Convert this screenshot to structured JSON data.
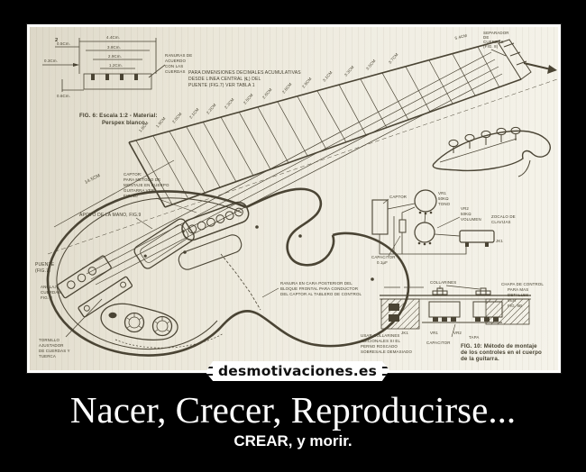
{
  "colors": {
    "background": "#000000",
    "paper": "#eae6d8",
    "ink": "#4a4434",
    "text": "#ffffff"
  },
  "watermark": {
    "text": "desmotivaciones.es"
  },
  "caption": {
    "title": "Nacer, Crecer, Reproducirse...",
    "subtitle": "CREAR, y morir."
  },
  "diagram": {
    "page_marker": "2",
    "fig6": {
      "dim_top": "4.4Cm.",
      "dim2": "3.8Cm.",
      "dim3": "2.9Cm.",
      "dim4": "1.2Cm.",
      "dim_left1": "0.5Cm.",
      "dim_left2": "0.3Cm.",
      "dim_bottom": "0.6Cm.",
      "slot_note": [
        "RANURAS DE",
        "ACUERDO",
        "CON LAS",
        "CUERDAS"
      ],
      "caption": [
        "FIG. 6: Escala 1:2 - Material:",
        "Perspex blanco."
      ]
    },
    "note": [
      "PARA DIMENSIONES DECIMALES ACUMULATIVAS",
      "DESDE LINEA CENTRAL (℄) DEL",
      "PUENTE (FIG.7) VER TABLA 1"
    ],
    "fretboard": {
      "labels": [
        "1.8CM",
        "1.9CM",
        "2.0CM",
        "2.1CM",
        "2.2CM",
        "2.3CM",
        "2.5CM",
        "2.6CM",
        "2.8CM",
        "2.9CM",
        "3.1CM",
        "3.3CM",
        "3.5CM",
        "3.7CM"
      ],
      "nut_width": "5.4CM",
      "separador": [
        "SEPARADOR",
        "DE",
        "CUERDAS",
        "(FIG. 8)"
      ]
    },
    "body_labels": {
      "dim": "14.5CM",
      "captor_note": [
        "CAPTOR:",
        "PARA METODO DE",
        "MONTAJE EN CUERPO",
        "GUITARRA VER",
        "FIG. 10"
      ],
      "apoyo": "APOYO DE LA MANO, FIG.9",
      "puente": [
        "PUENTE",
        "(FIG.7)"
      ],
      "anclaje": [
        "ANCLAJE",
        "CUERDAS,",
        "FIG. 8"
      ],
      "tornillo": [
        "TORNILLO",
        "AJUSTADOR",
        "DE CUERDAS Y",
        "TUERCA"
      ],
      "ranura": [
        "RANURA EN CARA POSTERIOR DEL",
        "BLOQUE FRONTAL PARA CONDUCTOR",
        "DEL CAPTOR AL TABLERO DE CONTROL"
      ]
    },
    "wiring": {
      "captor": "CAPTOR",
      "vr1": [
        "VR1",
        "50KΩ",
        "TONO"
      ],
      "vr2": [
        "VR2",
        "50KΩ",
        "VOLUMEN"
      ],
      "zocalo": [
        "ZOCALO DE",
        "CLAVIJAS"
      ],
      "jack": "JK1",
      "capacitor": [
        "CAPACITOR",
        "0.1μF"
      ]
    },
    "fig10": {
      "collarines": "COLLARINES",
      "chapa": [
        "CHAPA DE CONTROL",
        "PARA MAS",
        "DETALLES",
        "VER",
        "FIG. 9B"
      ],
      "parts": [
        "JK1",
        "VR1",
        "VR2"
      ],
      "tapa": "TAPA",
      "capacitor": "CAPACITOR",
      "usar": [
        "USAR COLLARINES",
        "ADICIONALES SI EL",
        "PERNO ROSCADO",
        "SOBRESALE DEMASIADO"
      ],
      "caption": [
        "FIG. 10: Método de montaje",
        "de los controles en el cuerpo",
        "de la guitarra."
      ]
    }
  }
}
